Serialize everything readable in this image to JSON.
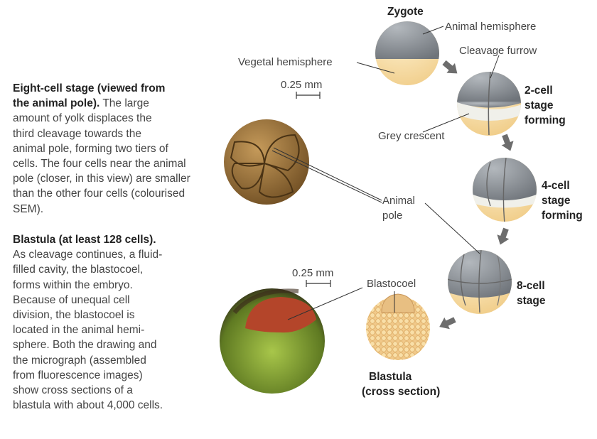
{
  "eight_cell_text": {
    "lines": [
      {
        "bold": "Eight-cell stage (viewed from",
        "rest": ""
      },
      {
        "bold": "the animal pole).",
        "rest": " The large"
      },
      {
        "bold": "",
        "rest": "amount of yolk displaces the"
      },
      {
        "bold": "",
        "rest": "third cleavage towards the"
      },
      {
        "bold": "",
        "rest": "animal pole, forming two tiers of"
      },
      {
        "bold": "",
        "rest": "cells. The four cells near the animal"
      },
      {
        "bold": "",
        "rest": "pole (closer, in this view) are smaller"
      },
      {
        "bold": "",
        "rest": "than the other four cells (colourised"
      },
      {
        "bold": "",
        "rest": "SEM)."
      }
    ]
  },
  "blastula_text": {
    "lines": [
      {
        "bold": "Blastula (at least 128 cells).",
        "rest": ""
      },
      {
        "bold": "",
        "rest": "As cleavage continues, a fluid-"
      },
      {
        "bold": "",
        "rest": "filled cavity, the blastocoel,"
      },
      {
        "bold": "",
        "rest": "forms within the embryo."
      },
      {
        "bold": "",
        "rest": "Because of unequal cell"
      },
      {
        "bold": "",
        "rest": "division, the blastocoel is"
      },
      {
        "bold": "",
        "rest": "located in the animal hemi-"
      },
      {
        "bold": "",
        "rest": "sphere. Both the drawing and"
      },
      {
        "bold": "",
        "rest": "the micrograph (assembled"
      },
      {
        "bold": "",
        "rest": "from fluorescence images)"
      },
      {
        "bold": "",
        "rest": "show cross sections of a"
      },
      {
        "bold": "",
        "rest": "blastula with about 4,000 cells."
      }
    ]
  },
  "labels": {
    "zygote": "Zygote",
    "animal_hemisphere": "Animal hemisphere",
    "vegetal_hemisphere": "Vegetal hemisphere",
    "cleavage_furrow": "Cleavage furrow",
    "scale_top": "0.25 mm",
    "two_cell": [
      "2-cell",
      "stage",
      "forming"
    ],
    "grey_crescent": "Grey crescent",
    "four_cell": [
      "4-cell",
      "stage",
      "forming"
    ],
    "animal_pole": [
      "Animal",
      "pole"
    ],
    "eight_cell": [
      "8-cell",
      "stage"
    ],
    "blastocoel": "Blastocoel",
    "scale_bottom": "0.25 mm",
    "blastula": [
      "Blastula",
      "(cross section)"
    ]
  },
  "colors": {
    "animal": "#8e9399",
    "vegetal": "#f6dca0",
    "crescent": "#eeeee6",
    "arrow": "#6d6d6d",
    "sem": "#a57a3e",
    "micro_red": "#b4452a",
    "micro_green": "#8fae35"
  }
}
